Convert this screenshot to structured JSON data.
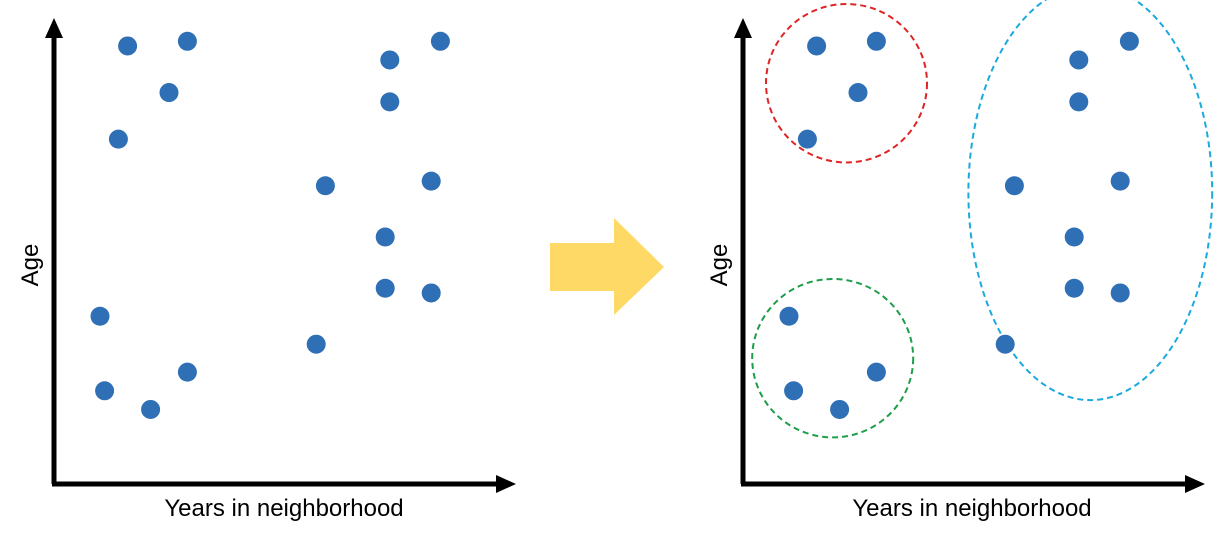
{
  "chart_data": [
    {
      "type": "scatter",
      "title": "",
      "xlabel": "Years in neighborhood",
      "ylabel": "Age",
      "xlim": [
        0,
        10
      ],
      "ylim": [
        0,
        10
      ],
      "grid": false,
      "legend": "none",
      "point_color": "#2E6FB5",
      "points": [
        {
          "x": 1.6,
          "y": 9.4
        },
        {
          "x": 2.9,
          "y": 9.5
        },
        {
          "x": 2.5,
          "y": 8.4
        },
        {
          "x": 1.4,
          "y": 7.4
        },
        {
          "x": 1.0,
          "y": 3.6
        },
        {
          "x": 1.1,
          "y": 2.0
        },
        {
          "x": 2.1,
          "y": 1.6
        },
        {
          "x": 2.9,
          "y": 2.4
        },
        {
          "x": 5.9,
          "y": 6.4
        },
        {
          "x": 7.3,
          "y": 9.1
        },
        {
          "x": 8.4,
          "y": 9.5
        },
        {
          "x": 7.3,
          "y": 8.2
        },
        {
          "x": 8.2,
          "y": 6.5
        },
        {
          "x": 7.2,
          "y": 5.3
        },
        {
          "x": 7.2,
          "y": 4.2
        },
        {
          "x": 8.2,
          "y": 4.1
        },
        {
          "x": 5.7,
          "y": 3.0
        }
      ]
    },
    {
      "type": "scatter",
      "title": "",
      "xlabel": "Years in neighborhood",
      "ylabel": "Age",
      "xlim": [
        0,
        10
      ],
      "ylim": [
        0,
        10
      ],
      "grid": false,
      "legend": "none",
      "point_color": "#2E6FB5",
      "points": [
        {
          "x": 1.6,
          "y": 9.4
        },
        {
          "x": 2.9,
          "y": 9.5
        },
        {
          "x": 2.5,
          "y": 8.4
        },
        {
          "x": 1.4,
          "y": 7.4
        },
        {
          "x": 1.0,
          "y": 3.6
        },
        {
          "x": 1.1,
          "y": 2.0
        },
        {
          "x": 2.1,
          "y": 1.6
        },
        {
          "x": 2.9,
          "y": 2.4
        },
        {
          "x": 5.9,
          "y": 6.4
        },
        {
          "x": 7.3,
          "y": 9.1
        },
        {
          "x": 8.4,
          "y": 9.5
        },
        {
          "x": 7.3,
          "y": 8.2
        },
        {
          "x": 8.2,
          "y": 6.5
        },
        {
          "x": 7.2,
          "y": 5.3
        },
        {
          "x": 7.2,
          "y": 4.2
        },
        {
          "x": 8.2,
          "y": 4.1
        },
        {
          "x": 5.7,
          "y": 3.0
        }
      ],
      "clusters": [
        {
          "color": "#E02424",
          "x_range": [
            0.5,
            4.0
          ],
          "y_range": [
            6.9,
            10.3
          ]
        },
        {
          "color": "#1E9E4A",
          "x_range": [
            0.2,
            3.7
          ],
          "y_range": [
            1.0,
            4.4
          ]
        },
        {
          "color": "#1BA9DE",
          "x_range": [
            4.9,
            10.2
          ],
          "y_range": [
            1.8,
            10.7
          ]
        }
      ]
    }
  ],
  "transition": {
    "icon": "right-arrow-icon",
    "color": "#FFD966"
  },
  "axis_color": "#000000"
}
